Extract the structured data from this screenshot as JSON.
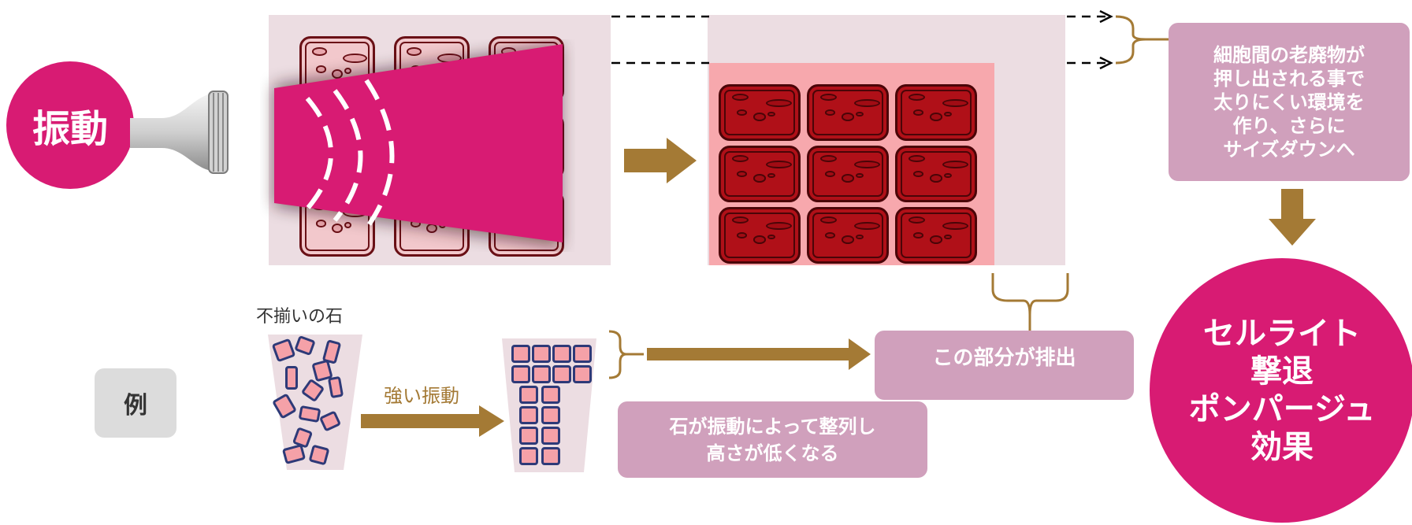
{
  "labels": {
    "vibration_circle": "振動",
    "result_circle": "セルライト\n撃退\nポンパージュ\n効果",
    "waste_text": "細胞間の老廃物が\n押し出される事で\n太りにくい環境を\n作り、さらに\nサイズダウンへ",
    "discharge_text": "この部分が排出",
    "align_text": "石が振動によって整列し\n高さが低くなる",
    "example_label": "例",
    "uneven_stones": "不揃いの石",
    "strong_vibration": "強い振動"
  },
  "colors": {
    "magenta": "#d81b73",
    "mauve": "#d0a0bc",
    "gold": "#a47a35",
    "cell_fill": "#b01018",
    "cell_pale": "#f2c8cc",
    "panel_bg": "#ecdde2",
    "pink_bg": "#f7a8ad",
    "stone_fill": "#f5a1a8",
    "stone_border": "#2e3a78"
  },
  "icons": {
    "device": "massage-device-icon",
    "waves": "vibration-wave-icon",
    "arrow": "right-arrow-icon"
  }
}
